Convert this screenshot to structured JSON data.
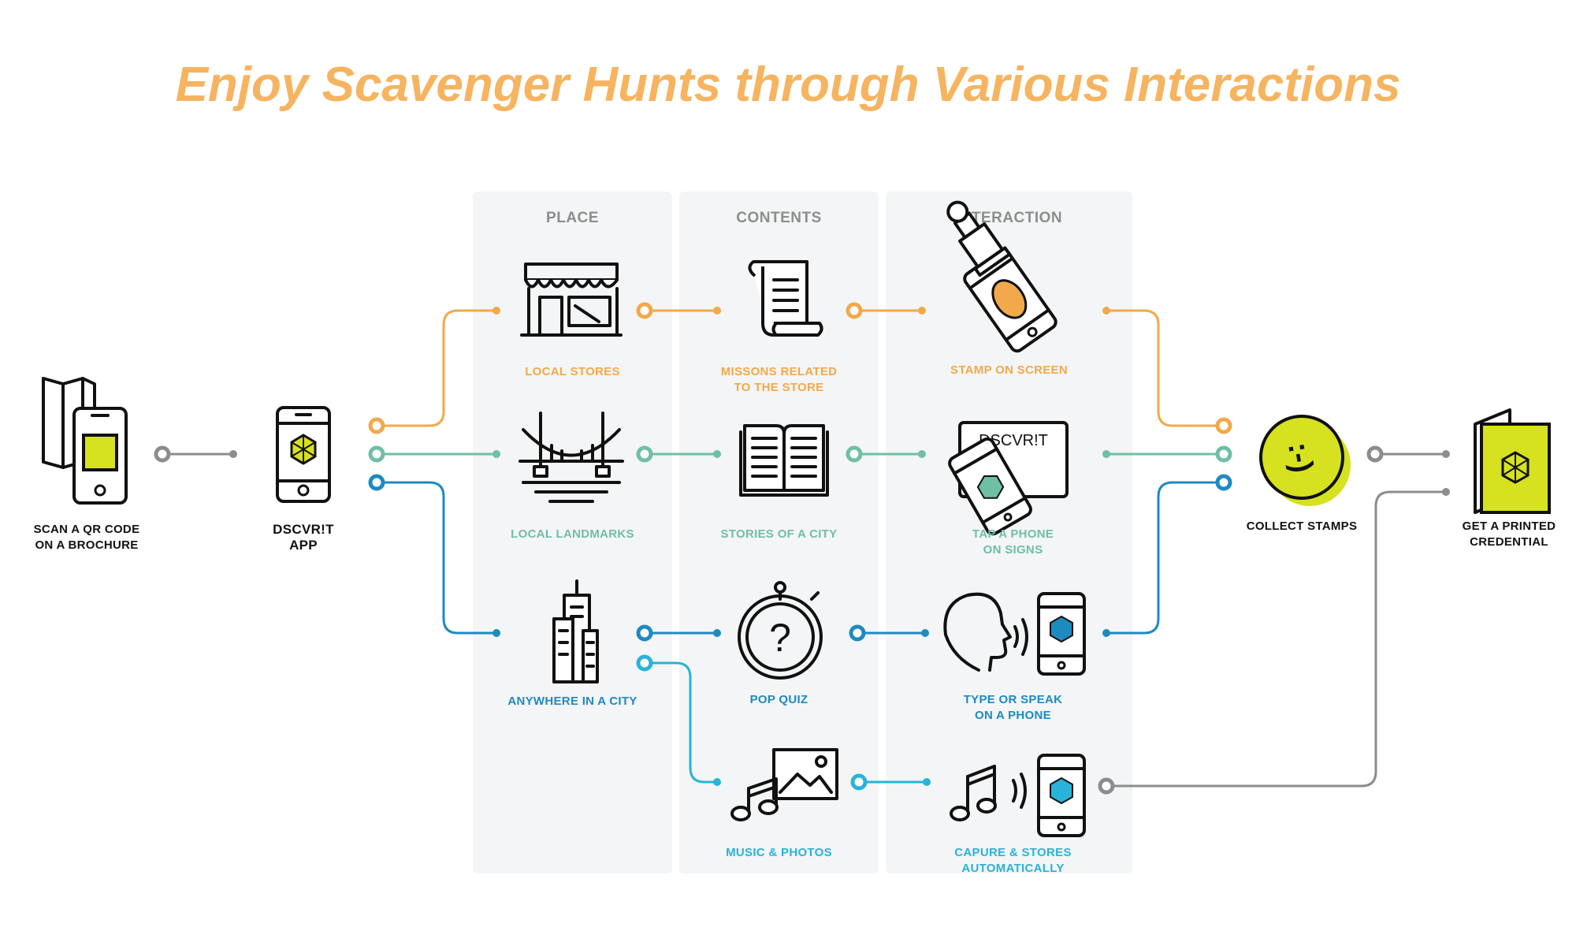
{
  "title": "Enjoy Scavenger Hunts through Various Interactions",
  "columns": {
    "place": "PLACE",
    "contents": "CONTENTS",
    "interaction": "INTERACTION"
  },
  "steps": {
    "scan": "SCAN A QR CODE\nON A BROCHURE",
    "app": "DSCVR!T\nAPP",
    "collect": "COLLECT STAMPS",
    "credential": "GET A PRINTED\nCREDENTIAL"
  },
  "place_items": {
    "local_stores": "LOCAL STORES",
    "local_landmarks": "LOCAL LANDMARKS",
    "anywhere": "ANYWHERE IN A CITY"
  },
  "content_items": {
    "missions": "MISSONS RELATED\nTO THE STORE",
    "stories": "STORIES OF A CITY",
    "pop_quiz": "POP QUIZ",
    "music_photos": "MUSIC & PHOTOS"
  },
  "interaction_items": {
    "stamp": "STAMP ON SCREEN",
    "tap": "TAP A PHONE\nON SIGNS",
    "type_speak": "TYPE OR SPEAK\nON A PHONE",
    "capture": "CAPURE & STORES\nAUTOMATICALLY"
  },
  "sign_text": "DSCVR!T",
  "quiz_mark": "?",
  "smiley": ":-)",
  "colors": {
    "orange": "#f2a94a",
    "green": "#6fbfa4",
    "dark_blue": "#1d8ac0",
    "light_blue": "#29b3d8",
    "gray": "#8c8c8c",
    "lime": "#d6e21f"
  }
}
